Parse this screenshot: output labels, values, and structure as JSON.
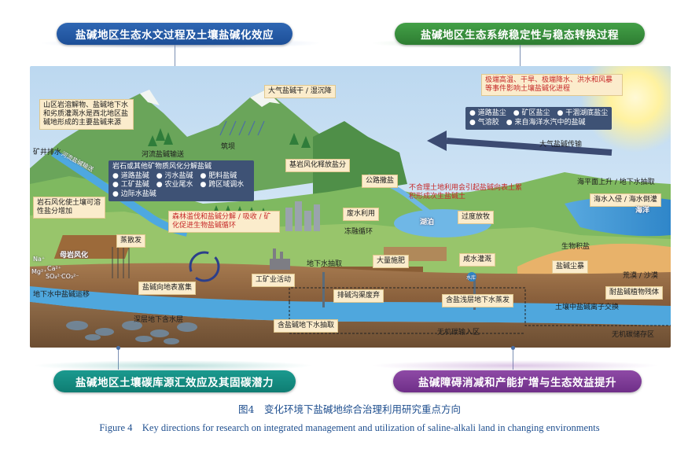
{
  "headings": {
    "top_left": "盐碱地区生态水文过程及土壤盐碱化效应",
    "top_right": "盐碱地区生态系统稳定性与稳态转换过程",
    "bottom_left": "盐碱地区土壤碳库源汇效应及其固碳潜力",
    "bottom_right": "盐碱障碍消减和产能扩增与生态效益提升"
  },
  "labels": {
    "mountain_salt": "山区岩溶解物、盐碱地下水和劣质灌溉水是西北地区盐碱地形成的主要盐碱来源",
    "mine_drain": "矿井排水",
    "river_transport_ribbon": "河流盐碱输送",
    "river_transport": "河流盐碱输送",
    "dam": "筑坝",
    "weathering_intro": "岩石或其他矿物质风化分解盐碱",
    "sources": [
      "道路盐碱",
      "污水盐碱",
      "肥料盐碱",
      "工矿盐碱",
      "农业尾水",
      "跨区域调水",
      "边际水盐碱"
    ],
    "rock_weathering": "岩石风化使土壤可溶性盐分增加",
    "atmos_dry_wet": "大气盐碱干 / 湿沉降",
    "base_rock": "基岩风化释放盐分",
    "road_salt": "公路撒盐",
    "forest": "森林滥伐和盐碱分解 / 吸收 / 矿化促进生物盐碱循环",
    "evap": "蒸散发",
    "parent_rock": "母岩风化",
    "ions": [
      "Na⁺",
      "Mg²⁺",
      "Ca²⁺",
      "SO₄²⁻",
      "CO₃²⁻"
    ],
    "salt_surface": "盐碱向地表富集",
    "gw_transport": "地下水中盐碱运移",
    "deep_aquifer": "深层地下含水层",
    "industry": "工矿业活动",
    "gw_pump": "地下水抽取",
    "wastewater": "废水利用",
    "freeze_thaw": "冻融循环",
    "fertilizer": "大量施肥",
    "drain": "排碱沟渠废弃",
    "shallow_evap": "含盐浅层地下水蒸发",
    "saline_pump": "含盐碱地下水抽取",
    "inorganic_in": "无机碳输入区",
    "inorganic_store": "无机碳储存区",
    "lake": "湖泊",
    "overgraze": "过度放牧",
    "brine_irrig": "咸水灌溉",
    "water_label": "水库",
    "land_misuse": "不合理土地利用会引起盐碱向表土累积形成次生盐碱土",
    "extreme": "极端高温、干旱、极端降水、洪水和风暴等事件影响土壤盐碱化进程",
    "dust_items": [
      "道路盐尘",
      "矿区盐尘",
      "干涸湖底盐尘",
      "气溶胶",
      "来自海洋水汽中的盐碱"
    ],
    "atmos_transport": "大气盐碱传输",
    "sea_rise": "海平面上升 / 地下水抽取",
    "seawater": "海水入侵 / 海水倒灌",
    "ocean": "海洋",
    "bio_salt": "生物积盐",
    "salt_storm": "盐碱尘暴",
    "desert": "荒漠 / 沙漠",
    "tolerant": "耐盐碱植物残体",
    "ion_exchange": "土壤中盐碱离子交换"
  },
  "caption": {
    "cn": "图4　变化环境下盐碱地综合治理利用研究重点方向",
    "en": "Figure 4　Key directions for research on integrated management and utilization of saline-alkali land in changing environments"
  }
}
